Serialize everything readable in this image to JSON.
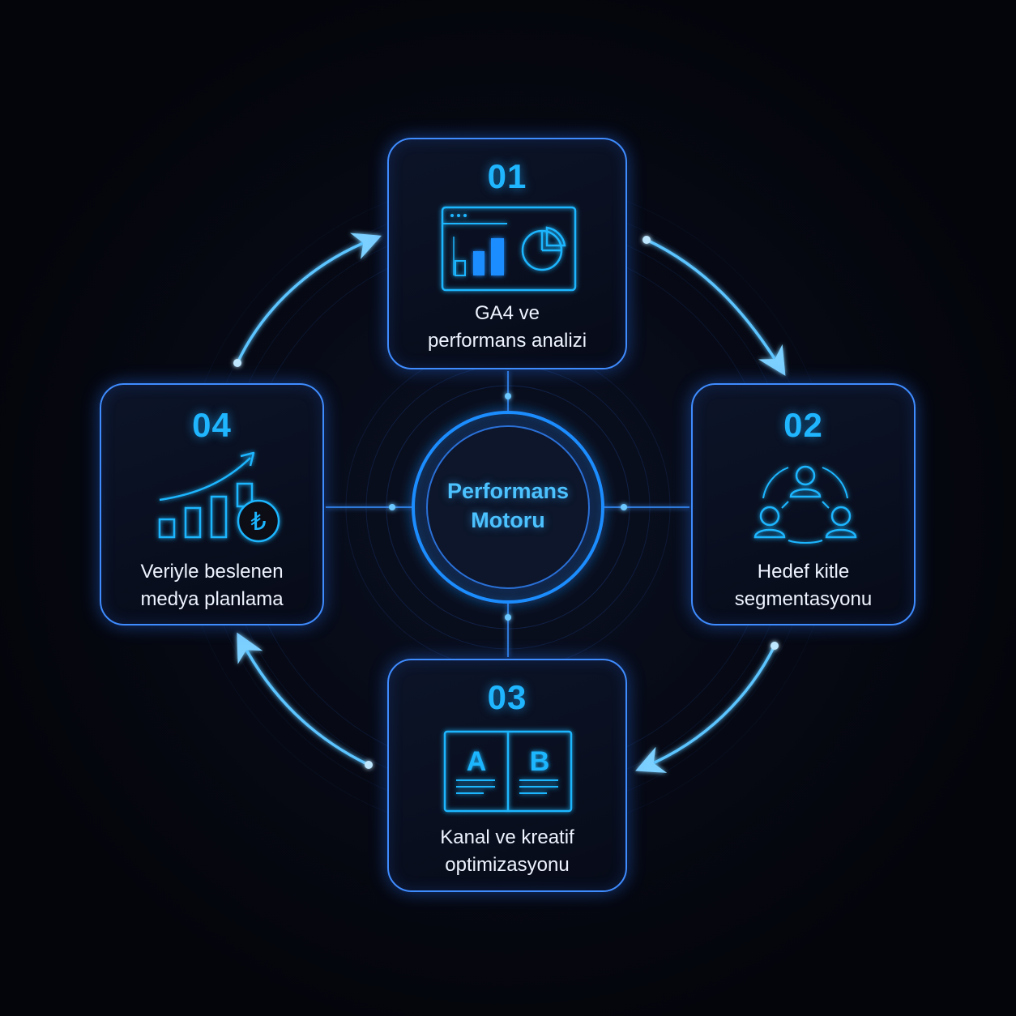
{
  "center": {
    "title": "Performans\nMotoru"
  },
  "steps": [
    {
      "number": "01",
      "label": "GA4 ve\nperformans analizi",
      "icon": "analytics-dashboard-icon"
    },
    {
      "number": "02",
      "label": "Hedef kitle\nsegmentasyonu",
      "icon": "audience-segment-icon"
    },
    {
      "number": "03",
      "label": "Kanal ve kreatif\noptimizasyonu",
      "icon": "ab-test-icon"
    },
    {
      "number": "04",
      "label": "Veriyle beslenen\nmedya planlama",
      "icon": "growth-lira-icon"
    }
  ],
  "ab_test": {
    "a": "A",
    "b": "B"
  },
  "currency_symbol": "₺",
  "colors": {
    "accent": "#1fb6ff",
    "border": "#3f8cff",
    "background": "#05060d",
    "text": "#eef3ff"
  }
}
